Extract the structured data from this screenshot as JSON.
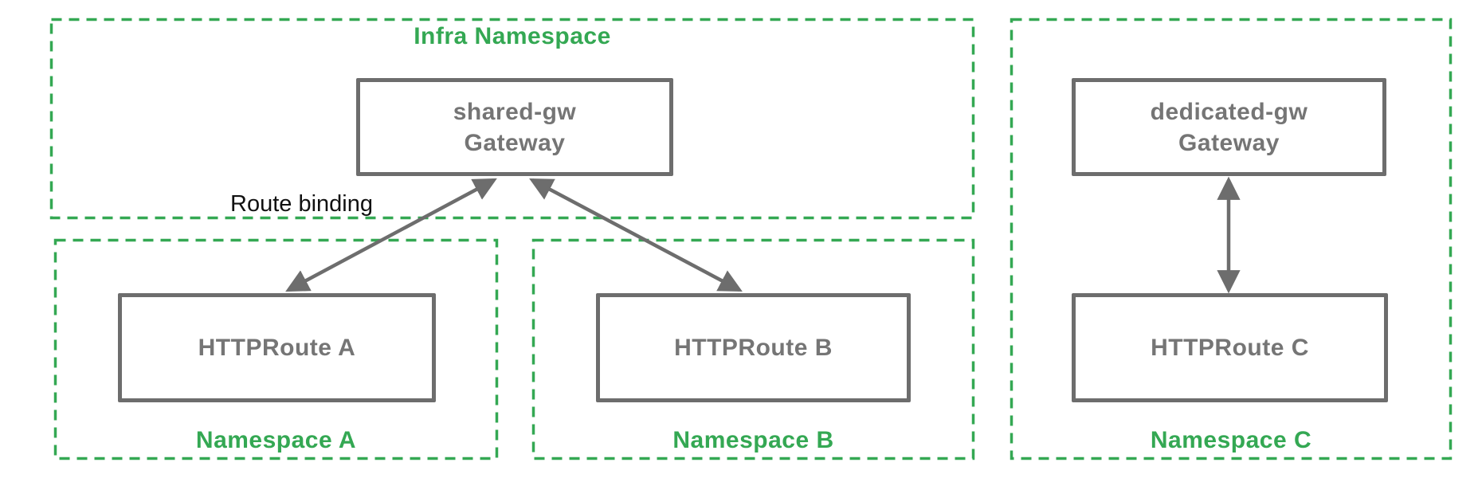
{
  "diagram": {
    "infra_namespace": {
      "label": "Infra Namespace",
      "gateway": {
        "name": "shared-gw",
        "kind": "Gateway"
      }
    },
    "namespace_a": {
      "label": "Namespace A",
      "route": "HTTPRoute A"
    },
    "namespace_b": {
      "label": "Namespace B",
      "route": "HTTPRoute B"
    },
    "namespace_c": {
      "label": "Namespace C",
      "gateway": {
        "name": "dedicated-gw",
        "kind": "Gateway"
      },
      "route": "HTTPRoute C"
    },
    "annotations": {
      "route_binding": "Route binding"
    },
    "edges": [
      {
        "from": "HTTPRoute A",
        "to": "shared-gw Gateway",
        "type": "route binding",
        "bidirectional": true
      },
      {
        "from": "HTTPRoute B",
        "to": "shared-gw Gateway",
        "type": "route binding",
        "bidirectional": true
      },
      {
        "from": "HTTPRoute C",
        "to": "dedicated-gw Gateway",
        "type": "route binding",
        "bidirectional": true
      }
    ],
    "colors": {
      "namespace_green": "#34a853",
      "node_border_gray": "#6d6d6d",
      "node_text_gray": "#757575",
      "annotation_black": "#111111",
      "background": "#ffffff"
    }
  }
}
